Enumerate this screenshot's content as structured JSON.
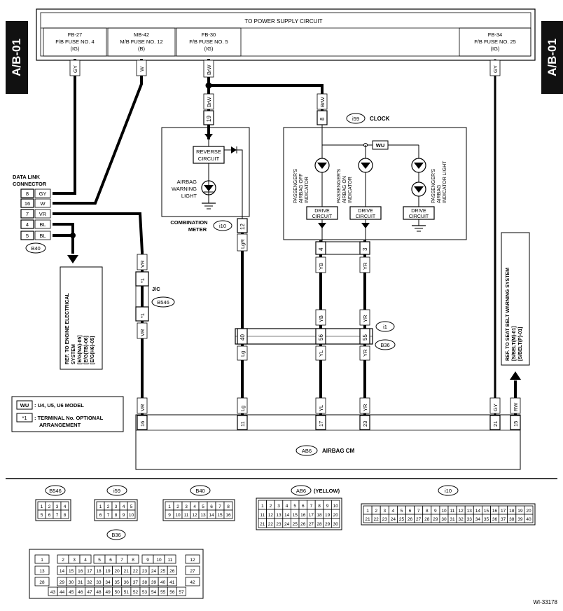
{
  "page_code": "A/B-01",
  "diagram_id": "WI-33178",
  "power_supply": {
    "title": "TO POWER SUPPLY CIRCUIT"
  },
  "fuses": [
    {
      "code": "FB-27",
      "name": "F/B FUSE NO. 4",
      "feed": "(IG)",
      "wire": "GY"
    },
    {
      "code": "MB-42",
      "name": "M/B FUSE NO. 12",
      "feed": "(B)",
      "wire": "W"
    },
    {
      "code": "FB-30",
      "name": "F/B FUSE NO. 5",
      "feed": "(IG)",
      "wire": "BrW"
    },
    {
      "code": "FB-34",
      "name": "F/B FUSE NO. 25",
      "feed": "(IG)",
      "wire": "GY"
    }
  ],
  "data_link_connector": {
    "label_line1": "DATA LINK",
    "label_line2": "CONNECTOR",
    "pins": [
      {
        "pin": "8",
        "wire": "GY"
      },
      {
        "pin": "16",
        "wire": "W"
      },
      {
        "pin": "7",
        "wire": "VR"
      },
      {
        "pin": "4",
        "wire": "BL"
      },
      {
        "pin": "5",
        "wire": "BL"
      }
    ],
    "connector": "B40"
  },
  "engine_ref": {
    "lines": [
      "REF. TO ENGINE ELECTRICAL",
      "SYSTEM",
      "[E/G(NA)-05]",
      "[E/G(TB)-06]",
      "[E/G(H6)-05]"
    ]
  },
  "seatbelt_ref": {
    "lines": [
      "REF. TO SEAT BELT WARNING SYSTEM",
      "[S/BELT(M)-01]",
      "[S/BELT(P)-01]"
    ]
  },
  "combination_meter": {
    "label_line1": "COMBINATION",
    "label_line2": "METER",
    "connector": "i10",
    "pin_in": "19",
    "pin_out": "12",
    "wire_out": "LgR",
    "reverse_circuit_line1": "REVERSE",
    "reverse_circuit_line2": "CIRCUIT",
    "light_line1": "AIRBAG",
    "light_line2": "WARNING",
    "light_line3": "LIGHT"
  },
  "clock": {
    "connector": "i59",
    "label": "CLOCK",
    "pin_in": "8",
    "wire_in": "BrW",
    "wu_tag": "WU",
    "indicators": [
      {
        "line1": "PASSENGER'S",
        "line2": "AIRBAG OFF",
        "line3": "INDICATOR"
      },
      {
        "line1": "PASSENGER'S",
        "line2": "AIRBAG ON",
        "line3": "INDICATOR"
      },
      {
        "line1": "PASSENGER'S",
        "line2": "AIRBAG",
        "line3": "INDICATOR LIGHT"
      }
    ],
    "drive_line1": "DRIVE",
    "drive_line2": "CIRCUIT",
    "pin_left": "4",
    "pin_right": "3"
  },
  "jc": {
    "label": "J/C",
    "connector": "B546",
    "star": "*1",
    "wire": "VR"
  },
  "i1_connector": {
    "connector": "i1",
    "mate": "B36",
    "pins": [
      "40",
      "56",
      "55"
    ]
  },
  "wires_mid": [
    "Lg",
    "YL",
    "YR",
    "YB",
    "YR"
  ],
  "airbag_cm": {
    "connector": "AB6",
    "label": "AIRBAG CM",
    "pins": [
      {
        "pin": "16",
        "wire": "VR"
      },
      {
        "pin": "11",
        "wire": "Lg"
      },
      {
        "pin": "17",
        "wire": "YL"
      },
      {
        "pin": "23",
        "wire": "YR"
      },
      {
        "pin": "21",
        "wire": "GY"
      },
      {
        "pin": "15",
        "wire": "RW"
      }
    ]
  },
  "legend": [
    {
      "symbol": "WU",
      "text": ": U4, U5, U6 MODEL"
    },
    {
      "symbol": "*1",
      "text": ": TERMINAL No. OPTIONAL",
      "text2": "ARRANGEMENT"
    }
  ],
  "connector_views": [
    {
      "name": "B546",
      "rows": [
        [
          "1",
          "2",
          "3",
          "4"
        ],
        [
          "5",
          "6",
          "7",
          "8"
        ]
      ]
    },
    {
      "name": "i59",
      "rows": [
        [
          "1",
          "2",
          "3",
          "4",
          "5"
        ],
        [
          "6",
          "7",
          "8",
          "9",
          "10"
        ]
      ]
    },
    {
      "name": "B40",
      "rows": [
        [
          "1",
          "2",
          "3",
          "4",
          "5",
          "6",
          "7",
          "8"
        ],
        [
          "9",
          "10",
          "11",
          "12",
          "13",
          "14",
          "15",
          "16"
        ]
      ]
    },
    {
      "name": "AB6",
      "suffix": "(YELLOW)",
      "rows": [
        [
          "1",
          "2",
          "3",
          "4",
          "5",
          "6",
          "7",
          "8",
          "9",
          "10"
        ],
        [
          "11",
          "12",
          "13",
          "14",
          "15",
          "16",
          "17",
          "18",
          "19",
          "20"
        ],
        [
          "21",
          "22",
          "23",
          "24",
          "25",
          "26",
          "27",
          "28",
          "29",
          "30"
        ]
      ]
    },
    {
      "name": "i10",
      "rows": [
        [
          "1",
          "2",
          "3",
          "4",
          "5",
          "6",
          "7",
          "8",
          "9",
          "10",
          "11",
          "12",
          "13",
          "14",
          "15",
          "16",
          "17",
          "18",
          "19",
          "20"
        ],
        [
          "21",
          "22",
          "23",
          "24",
          "25",
          "26",
          "27",
          "28",
          "29",
          "30",
          "31",
          "32",
          "33",
          "34",
          "35",
          "36",
          "37",
          "38",
          "39",
          "40"
        ]
      ]
    },
    {
      "name": "B36",
      "rows": [
        [
          "1",
          "2",
          "3",
          "4",
          "5",
          "6",
          "7",
          "8",
          "9",
          "10",
          "11",
          "12"
        ],
        [
          "13",
          "14",
          "15",
          "16",
          "17",
          "18",
          "19",
          "20",
          "21",
          "22",
          "23",
          "24",
          "25",
          "26",
          "27"
        ],
        [
          "28",
          "29",
          "30",
          "31",
          "32",
          "33",
          "34",
          "35",
          "36",
          "37",
          "38",
          "39",
          "40",
          "41",
          "42"
        ],
        [
          "43",
          "44",
          "45",
          "46",
          "47",
          "48",
          "49",
          "50",
          "51",
          "52",
          "53",
          "54",
          "55",
          "56",
          "57"
        ]
      ]
    }
  ]
}
